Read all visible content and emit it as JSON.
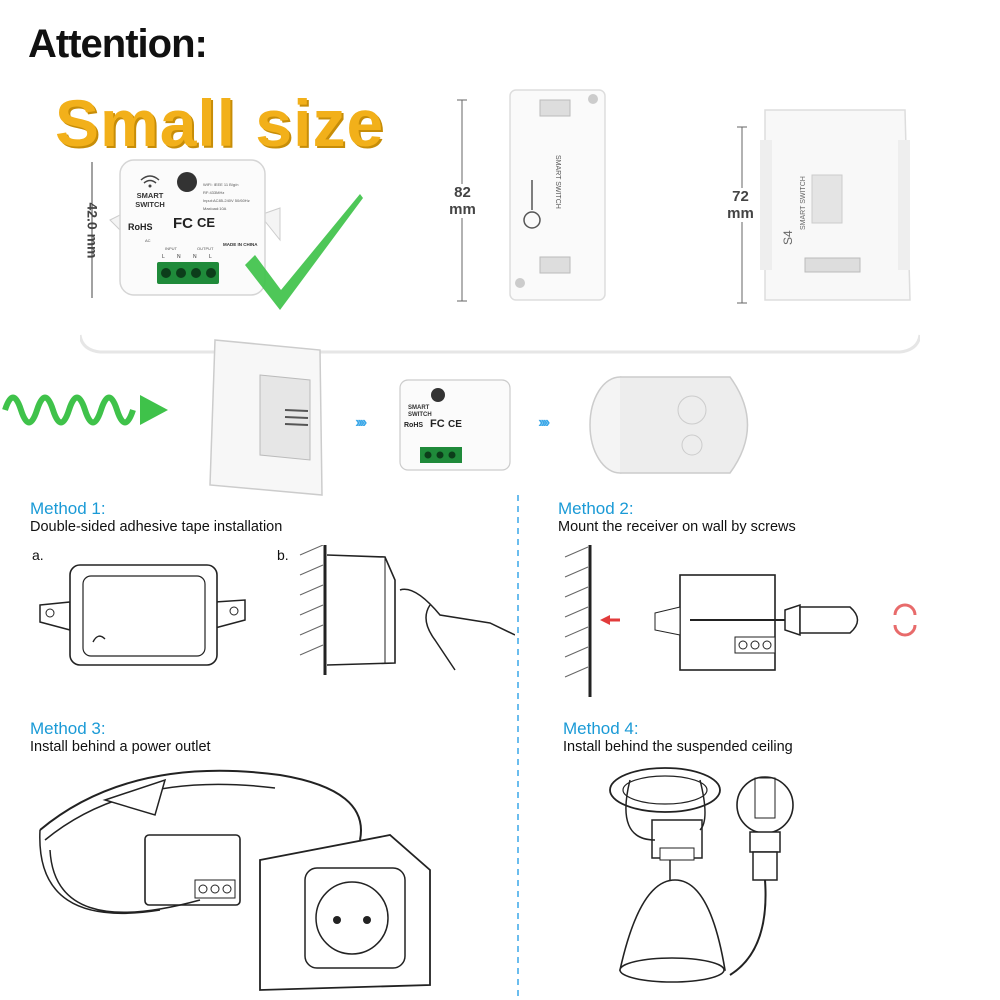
{
  "header": {
    "attention": "Attention:",
    "small_size": "Small size"
  },
  "device_small": {
    "brand_line1": "SMART",
    "brand_line2": "SWITCH",
    "rohs": "RoHS",
    "fc": "FC",
    "ce": "CE",
    "spec1": "WIFI: IEEE 11 B/g/n",
    "spec2": "RF:433MHz",
    "spec3": "Input:AC85-240V 50/60Hz",
    "spec4": "Maxload:10A",
    "made_in": "MADE IN CHINA",
    "input": "INPUT",
    "output": "OUTPUT",
    "term_l": "L",
    "term_n1": "N",
    "term_n2": "N",
    "term_l2": "L",
    "ac": "AC",
    "dimension": "42.0 mm"
  },
  "device_medium": {
    "dimension_value": "82",
    "dimension_unit": "mm",
    "label": "SMART SWITCH"
  },
  "device_large": {
    "dimension_value": "72",
    "dimension_unit": "mm",
    "label": "SMART SWITCH",
    "model": "S4"
  },
  "methods": {
    "m1": {
      "title": "Method 1:",
      "desc": "Double-sided adhesive tape installation",
      "a": "a.",
      "b": "b."
    },
    "m2": {
      "title": "Method 2:",
      "desc": "Mount the receiver on wall by screws"
    },
    "m3": {
      "title": "Method 3:",
      "desc": "Install behind a power outlet"
    },
    "m4": {
      "title": "Method 4:",
      "desc": "Install behind the suspended ceiling"
    }
  },
  "colors": {
    "accent_blue": "#1a9ad6",
    "title_yellow": "#f2b01a",
    "check_green": "#3fc24a",
    "terminal_green": "#1f8a3a",
    "arrow_red": "#e23b3b"
  }
}
